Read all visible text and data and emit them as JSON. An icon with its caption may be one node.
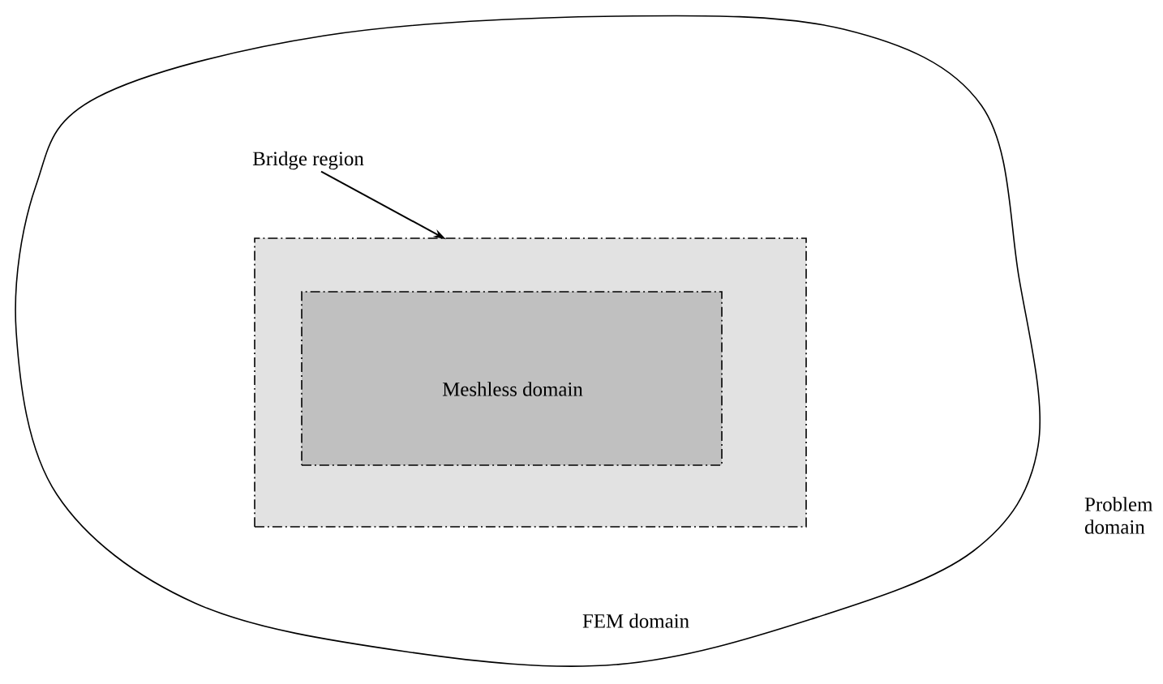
{
  "diagram": {
    "nodes": [
      {
        "text": [
          "FEM domain"
        ],
        "beside": [
          "Problem domain"
        ]
      },
      {
        "text": [],
        "shape": "box",
        "in": 0
      },
      {
        "text": [
          "Meshless domain"
        ],
        "in": 1
      },
      {
        "text": [
          "Bridge region"
        ],
        "in": 0
      }
    ],
    "edges": [
      {
        "from": 3,
        "to": 1,
        "arrow": "to"
      }
    ]
  }
}
